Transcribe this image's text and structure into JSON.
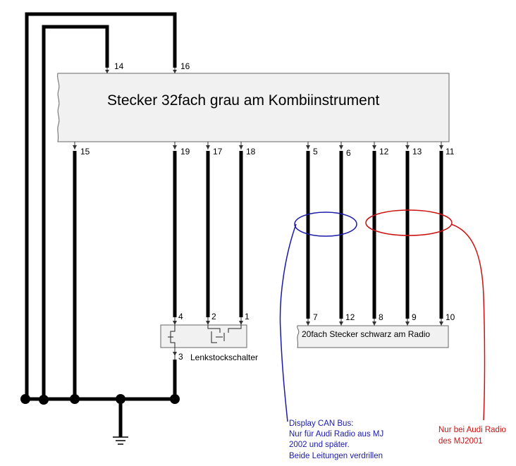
{
  "main_connector": {
    "title": "Stecker 32fach grau am Kombiinstrument",
    "top_pins": [
      "14",
      "16"
    ],
    "bottom_pins": [
      "15",
      "19",
      "17",
      "18",
      "5",
      "6",
      "12",
      "13",
      "11"
    ]
  },
  "switch": {
    "label": "Lenkstockschalter",
    "pins_top": [
      "4",
      "2",
      "1"
    ],
    "pin_bottom": "3"
  },
  "radio_connector": {
    "title": "20fach Stecker schwarz am Radio",
    "pins": [
      "7",
      "12",
      "8",
      "9",
      "10"
    ]
  },
  "notes": {
    "can_bus": {
      "color": "#1a1aa8",
      "lines": [
        "Display CAN Bus:",
        "Nur für Audi Radio aus MJ",
        "2002 und später.",
        "Beide Leitungen verdrillen"
      ]
    },
    "mj2001": {
      "color": "#cc1111",
      "lines": [
        "Nur bei Audi Radio",
        "des MJ2001"
      ]
    }
  }
}
